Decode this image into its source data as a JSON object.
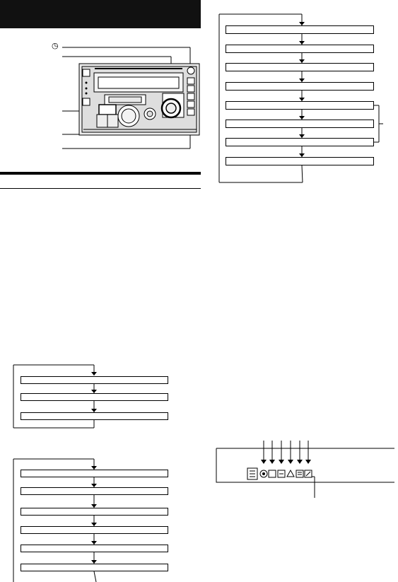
{
  "header": {
    "background": "#111111"
  },
  "icons": {
    "clock": "clock-icon",
    "arrow": "down-arrow-icon"
  },
  "device": {
    "name": "car-audio-head-unit",
    "colors": {
      "body": "#e6e6e6",
      "panel": "#cfcfcf",
      "line": "#000000"
    }
  },
  "flows": {
    "left_small": {
      "box_count": 3,
      "loops": true
    },
    "left_large": {
      "box_count": 6,
      "loops": false
    },
    "right": {
      "box_count": 8,
      "bracket_over_boxes": [
        5,
        6,
        7
      ]
    }
  },
  "indicator_panel": {
    "pointer_count": 6
  }
}
